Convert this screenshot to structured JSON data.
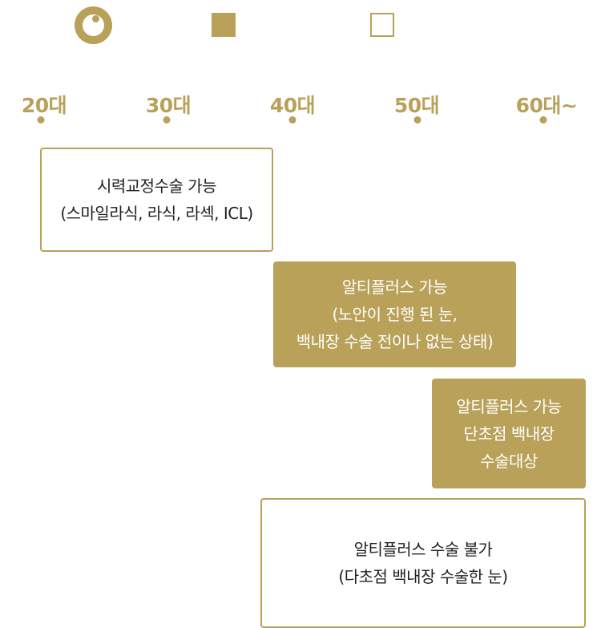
{
  "colors": {
    "accent": "#b9a15a",
    "text_dark": "#222222",
    "text_light": "#ffffff",
    "background": "#ffffff"
  },
  "legend": [
    {
      "name": "legend-circle-icon"
    },
    {
      "name": "legend-filled-square-icon"
    },
    {
      "name": "legend-outline-square-icon"
    }
  ],
  "ages": [
    "20대",
    "30대",
    "40대",
    "50대",
    "60대~"
  ],
  "boxes": [
    {
      "style": "outline",
      "lines": [
        "시력교정수술 가능",
        "(스마일라식, 라식, 라섹, ICL)"
      ]
    },
    {
      "style": "filled",
      "lines": [
        "알티플러스 가능",
        "(노안이 진행 된 눈,",
        "백내장 수술 전이나 없는 상태)"
      ]
    },
    {
      "style": "filled",
      "lines": [
        "알티플러스 가능",
        "단초점 백내장",
        "수술대상"
      ]
    },
    {
      "style": "outline",
      "lines": [
        "알티플러스 수술 불가",
        "(다초점 백내장 수술한 눈)"
      ]
    }
  ]
}
